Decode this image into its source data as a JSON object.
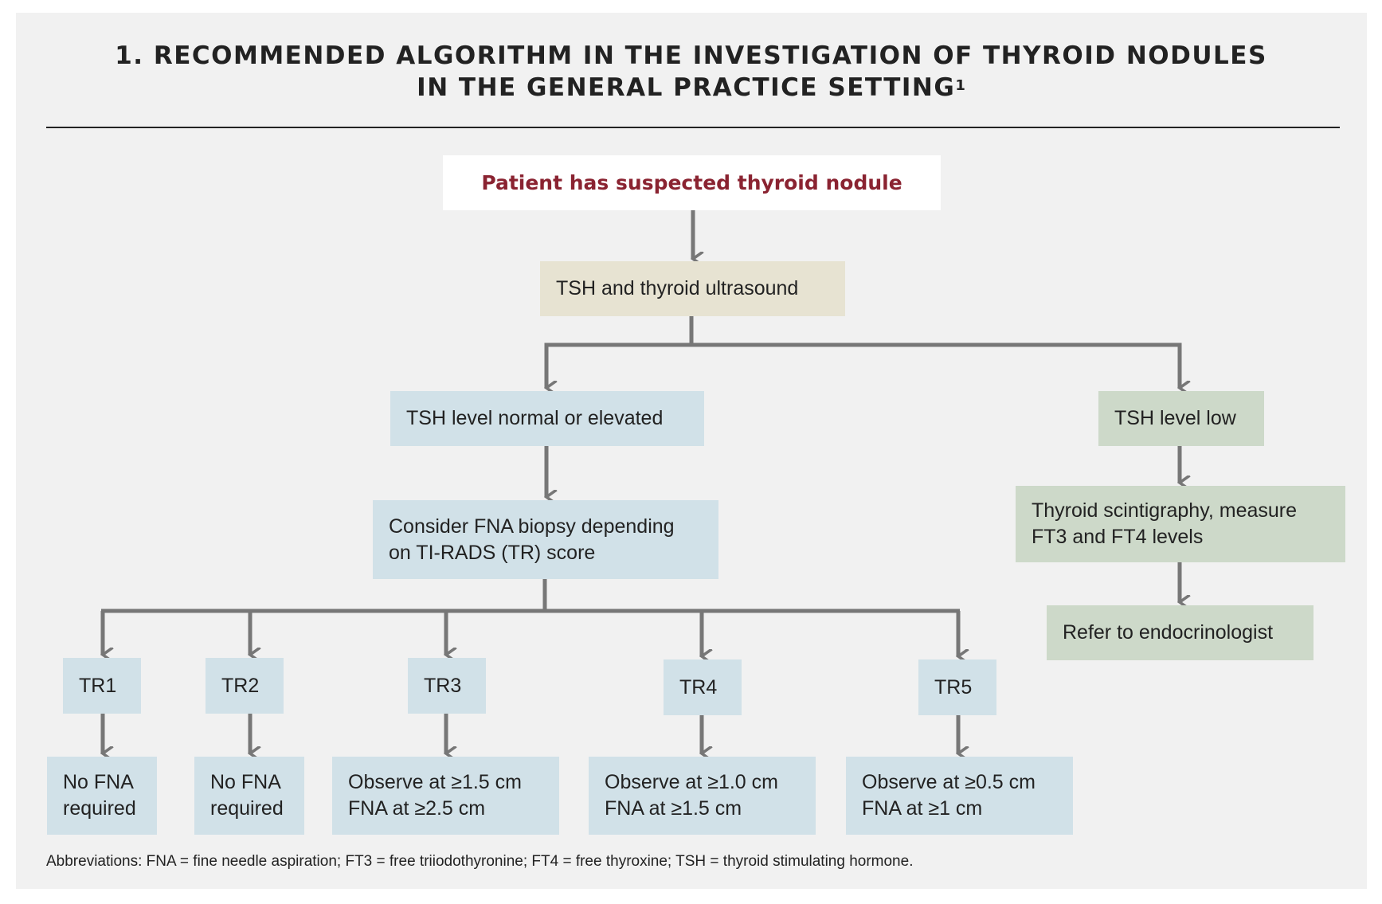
{
  "title": {
    "line1": "1. RECOMMENDED ALGORITHM IN THE INVESTIGATION OF THYROID NODULES",
    "line2": "IN THE GENERAL PRACTICE SETTING",
    "superscript": "1"
  },
  "nodes": {
    "start": "Patient has suspected thyroid nodule",
    "tests": "TSH and thyroid ultrasound",
    "tsh_normal": "TSH level normal or elevated",
    "consider_fna": {
      "line1": "Consider FNA biopsy depending",
      "line2": "on TI-RADS (TR) score"
    },
    "tsh_low": "TSH level low",
    "scintigraphy": {
      "line1": "Thyroid scintigraphy, measure",
      "line2": "FT3 and FT4 levels"
    },
    "refer": "Refer to endocrinologist",
    "tr_scores": [
      {
        "label": "TR1",
        "line1": "No FNA",
        "line2": "required"
      },
      {
        "label": "TR2",
        "line1": "No FNA",
        "line2": "required"
      },
      {
        "label": "TR3",
        "line1": "Observe at ≥1.5 cm",
        "line2": "FNA at ≥2.5 cm"
      },
      {
        "label": "TR4",
        "line1": "Observe at ≥1.0 cm",
        "line2": "FNA at ≥1.5 cm"
      },
      {
        "label": "TR5",
        "line1": "Observe at ≥0.5 cm",
        "line2": "FNA at ≥1 cm"
      }
    ]
  },
  "footnote": "Abbreviations: FNA = fine needle aspiration; FT3 = free triiodothyronine; FT4 = free thyroxine; TSH = thyroid stimulating hormone.",
  "colors": {
    "start_text": "#8a2331",
    "tan_box": "#e7e3d2",
    "blue_box": "#d1e1e8",
    "green_box": "#cdd9c9",
    "connector": "#777777"
  }
}
